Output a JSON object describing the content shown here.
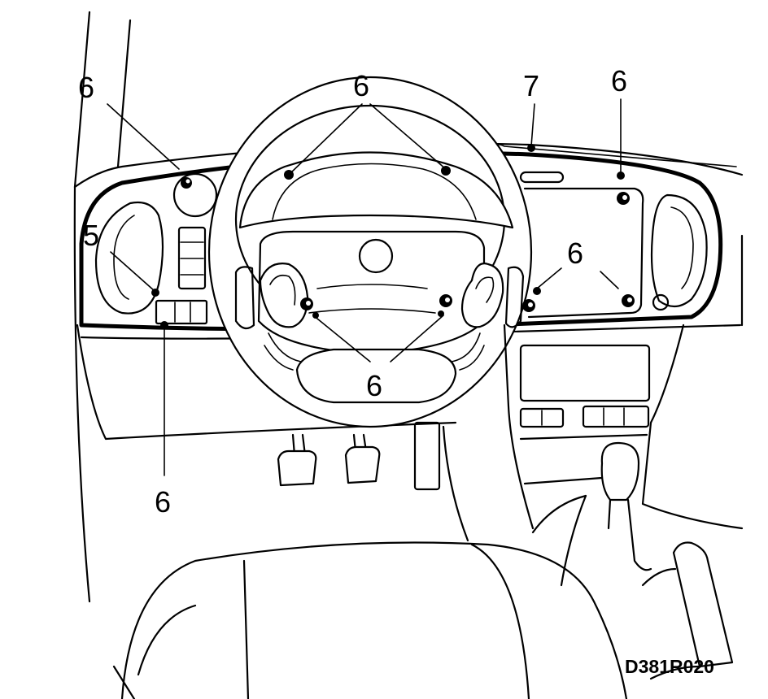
{
  "callouts": {
    "c1": "6",
    "c2": "6",
    "c3": "7",
    "c4": "6",
    "c5": "5",
    "c6": "6",
    "c7": "6",
    "c8": "6"
  },
  "reference_code": "D381R020",
  "colors": {
    "line": "#000000",
    "background": "#ffffff"
  }
}
